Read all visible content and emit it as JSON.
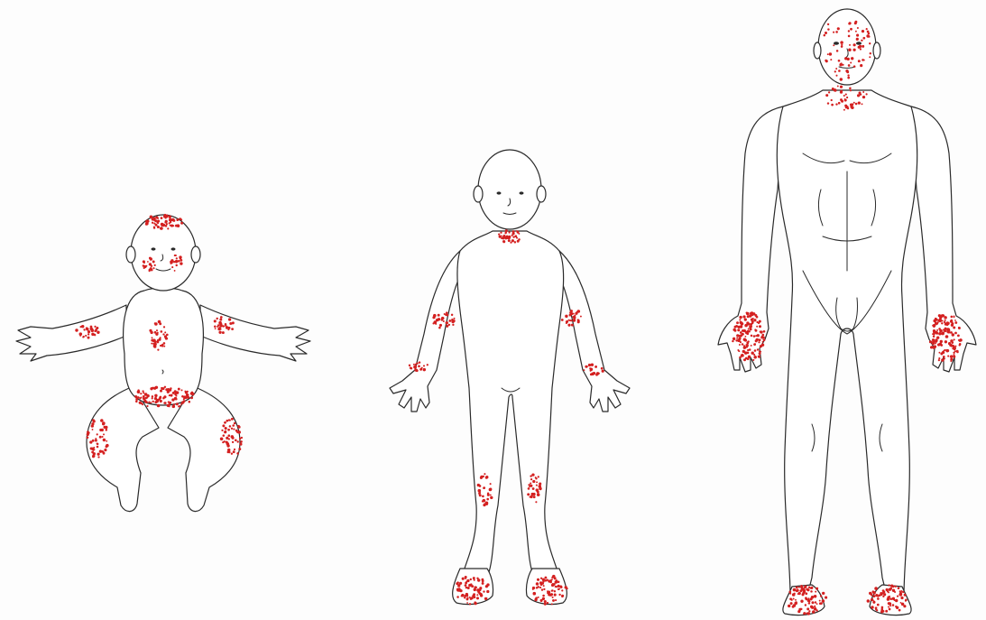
{
  "figures": [
    {
      "id": "infant",
      "affected_areas": [
        "scalp",
        "left-cheek",
        "right-cheek",
        "chest",
        "left-upper-arm",
        "right-upper-arm",
        "diaper-area",
        "left-thigh",
        "right-thigh"
      ]
    },
    {
      "id": "child",
      "affected_areas": [
        "neck",
        "left-elbow",
        "right-elbow",
        "left-forearm",
        "right-forearm",
        "left-knee",
        "right-knee",
        "left-foot",
        "right-foot"
      ]
    },
    {
      "id": "adult",
      "affected_areas": [
        "face",
        "neck",
        "left-hand",
        "right-hand",
        "left-foot",
        "right-foot"
      ]
    }
  ],
  "colors": {
    "lesion": "#d42020",
    "outline": "#2a2a2a",
    "background": "#fdfdfd"
  }
}
